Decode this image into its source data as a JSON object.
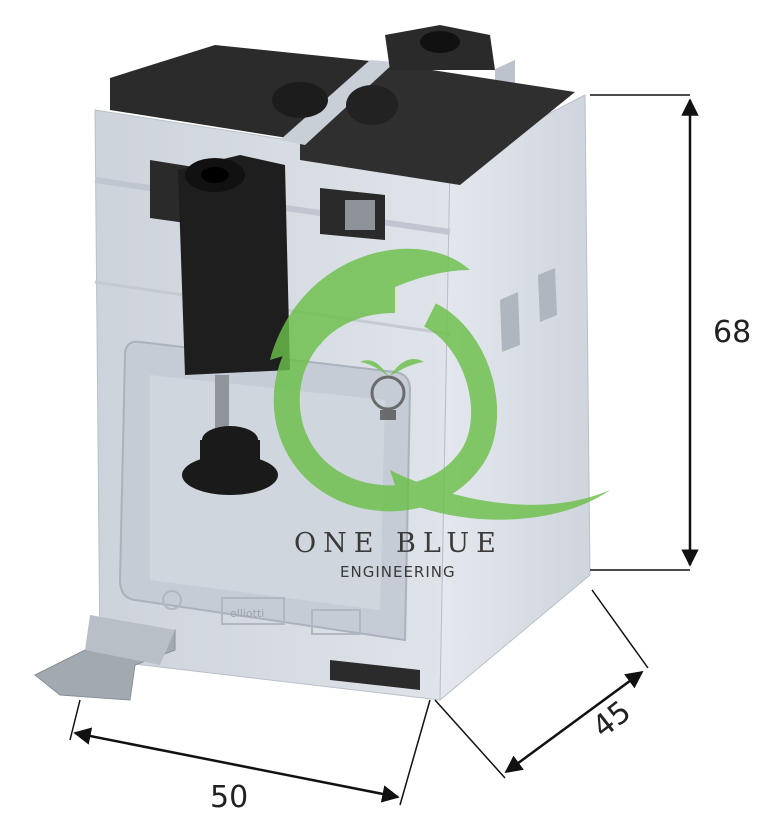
{
  "dimensions": {
    "height": "68",
    "width": "50",
    "depth": "45"
  },
  "watermark": {
    "title": "ONE BLUE",
    "subtitle": "ENGINEERING",
    "accent_color": "#6cc04a"
  },
  "product": {
    "body_color": "#d6dbe2",
    "cover_color": "#2b2b2b",
    "housing_text": "elliotti"
  }
}
